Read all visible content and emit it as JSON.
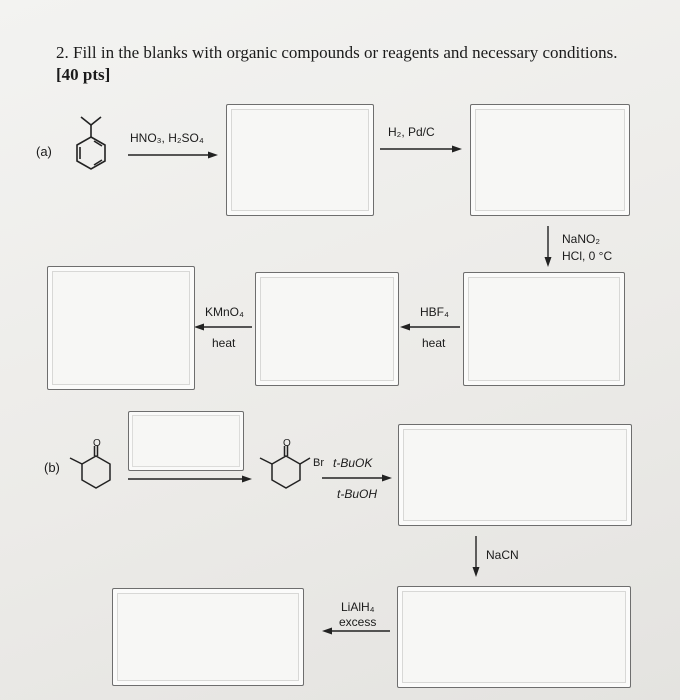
{
  "question": {
    "number": "2.",
    "text": "Fill in the blanks with organic compounds or reagents and necessary conditions.",
    "points": "[40 pts]"
  },
  "part_a": {
    "label": "(a)",
    "step1": {
      "reagent": "HNO₃, H₂SO₄"
    },
    "step2": {
      "reagent": "H₂, Pd/C"
    },
    "step3": {
      "reagent_top": "NaNO₂",
      "reagent_bottom": "HCl, 0 °C"
    },
    "step4": {
      "reagent_top": "HBF₄",
      "reagent_bottom": "heat"
    },
    "step5": {
      "reagent_top": "KMnO₄",
      "reagent_bottom": "heat"
    }
  },
  "part_b": {
    "label": "(b)",
    "ketone_o_label": "O",
    "bromoketone_o_label": "O",
    "bromo_label": "Br",
    "step2": {
      "reagent_top": "t-BuOK",
      "reagent_bottom": "t-BuOH"
    },
    "step3": {
      "reagent": "NaCN"
    },
    "step4": {
      "reagent_top": "LiAlH₄",
      "reagent_bottom": "excess"
    }
  }
}
